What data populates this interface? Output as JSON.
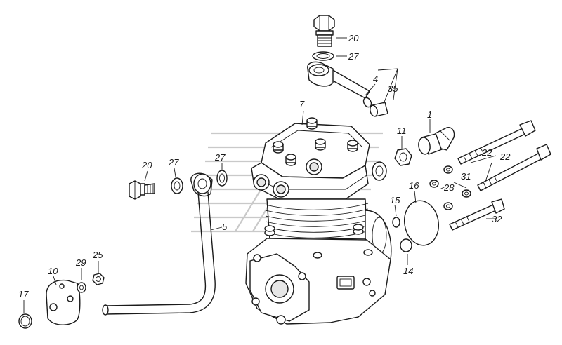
{
  "diagram": {
    "callouts": {
      "c1": "1",
      "c4": "4",
      "c5": "5",
      "c7": "7",
      "c10": "10",
      "c11": "11",
      "c14": "14",
      "c15": "15",
      "c16": "16",
      "c17": "17",
      "c20a": "20",
      "c20b": "20",
      "c22a": "22",
      "c22b": "22",
      "c25": "25",
      "c27a": "27",
      "c27b": "27",
      "c27c": "27",
      "c28": "28",
      "c29": "29",
      "c31": "31",
      "c32": "32",
      "c35": "35"
    }
  }
}
